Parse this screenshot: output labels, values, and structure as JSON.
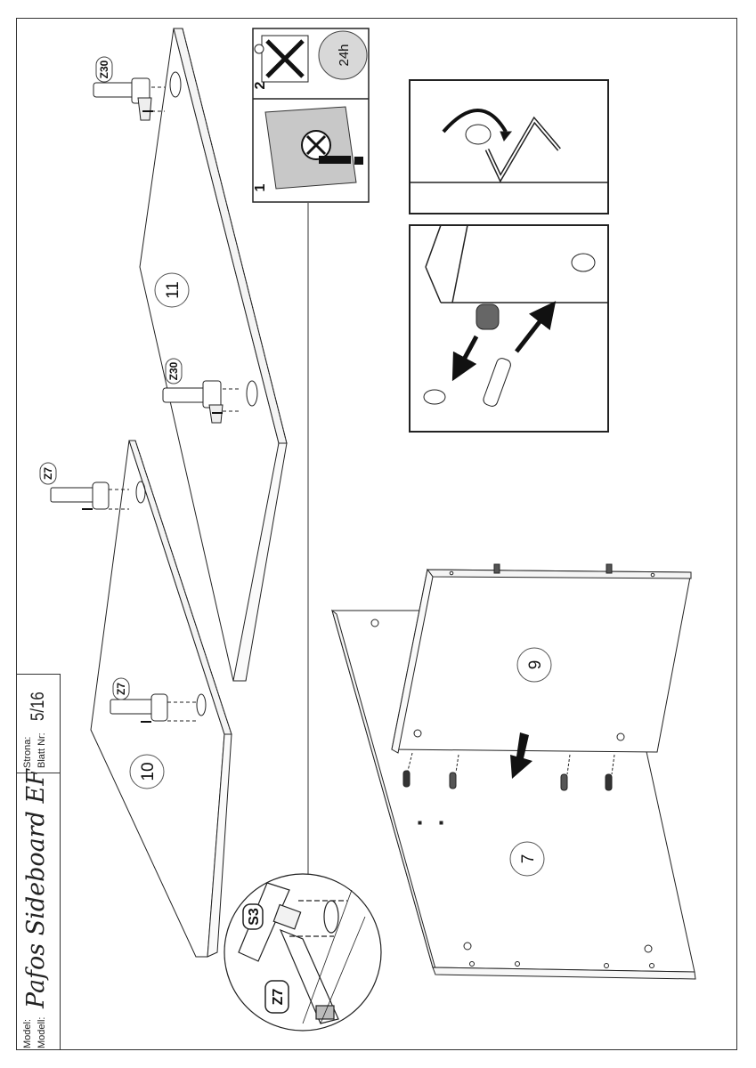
{
  "title_block": {
    "model_label_1": "Model:",
    "model_label_2": "Modell:",
    "model_name": "Pafos Sideboard EF",
    "page_label_1": "Strona:",
    "page_label_2": "Blatt Nr:",
    "page_number": "5/16"
  },
  "parts": {
    "panel_10": "10",
    "panel_11": "11",
    "panel_7": "7",
    "panel_9": "9"
  },
  "hardware": {
    "z30_top": "Z30",
    "z30_middle": "Z30",
    "z7_upper": "Z7",
    "z7_lower": "Z7",
    "detail_s3": "S3",
    "detail_z7": "Z7"
  },
  "instructions": {
    "step_1": "1",
    "step_2": "2",
    "clock_text": "24h"
  }
}
